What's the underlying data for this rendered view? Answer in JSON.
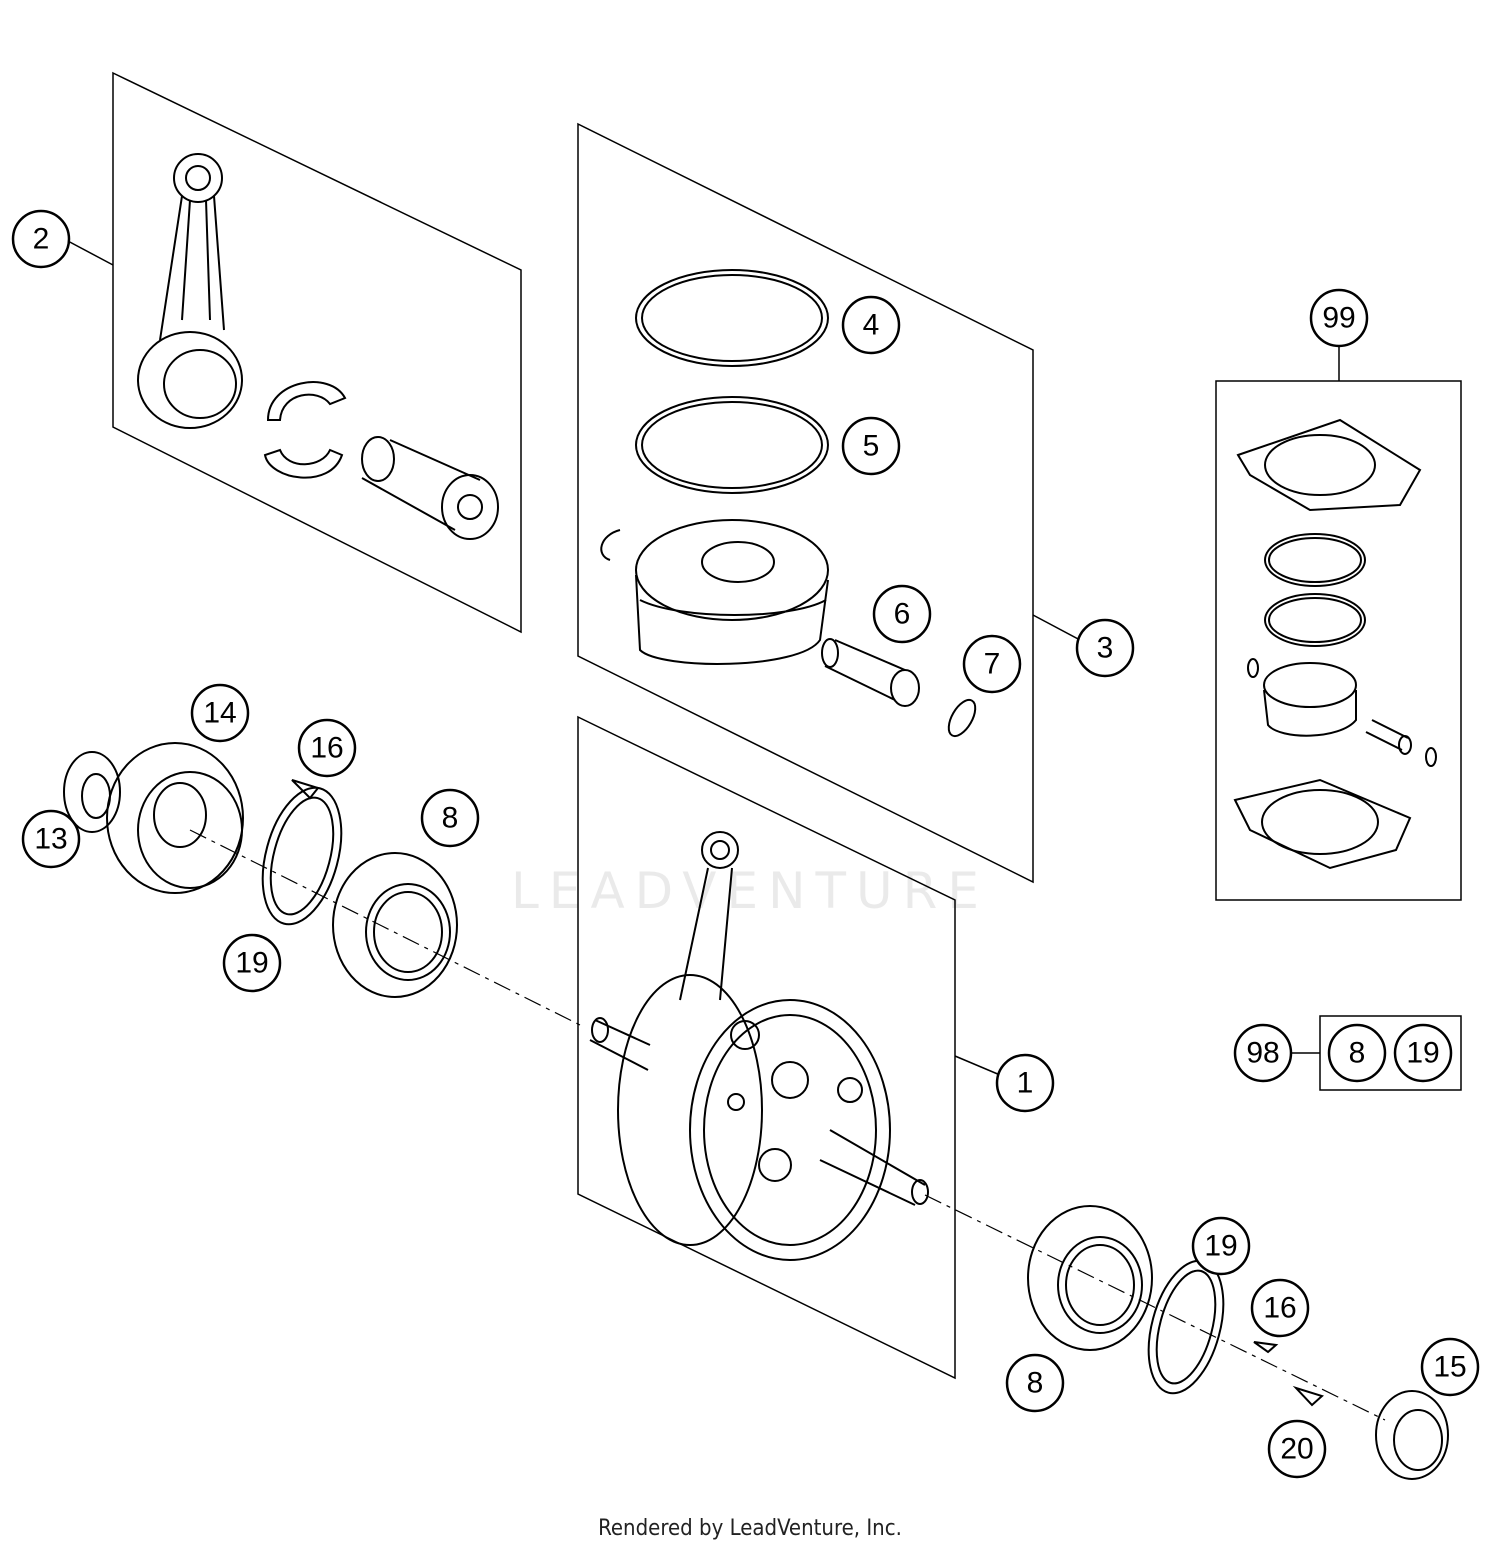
{
  "diagram": {
    "callouts": [
      {
        "label": "1"
      },
      {
        "label": "2"
      },
      {
        "label": "3"
      },
      {
        "label": "4"
      },
      {
        "label": "5"
      },
      {
        "label": "6"
      },
      {
        "label": "7"
      },
      {
        "label": "8"
      },
      {
        "label": "8"
      },
      {
        "label": "13"
      },
      {
        "label": "14"
      },
      {
        "label": "15"
      },
      {
        "label": "16"
      },
      {
        "label": "16"
      },
      {
        "label": "19"
      },
      {
        "label": "19"
      },
      {
        "label": "20"
      },
      {
        "label": "98"
      },
      {
        "label": "99"
      }
    ],
    "kit_98_items": [
      "8",
      "19"
    ]
  },
  "watermark": "LEADVENTURE",
  "footer": "Rendered by LeadVenture, Inc."
}
